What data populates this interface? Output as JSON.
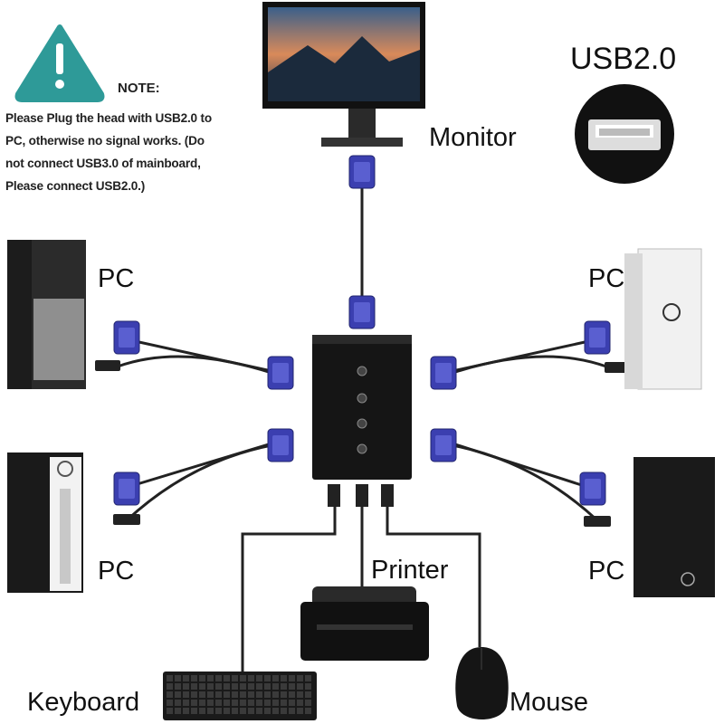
{
  "note": {
    "title": "NOTE:",
    "lines": [
      "Please Plug the head with USB2.0 to",
      "PC, otherwise no signal works. (Do",
      "not connect USB3.0 of mainboard,",
      "Please connect USB2.0.)"
    ],
    "icon": "warning-triangle-icon",
    "icon_color": "#2e9a98"
  },
  "labels": {
    "monitor": "Monitor",
    "usb": "USB2.0",
    "pc_top_left": "PC",
    "pc_top_right": "PC",
    "pc_bottom_left": "PC",
    "pc_bottom_right": "PC",
    "printer": "Printer",
    "keyboard": "Keyboard",
    "mouse": "Mouse"
  },
  "colors": {
    "vga_connector": "#3b3fb0",
    "device": "#1a1a1a"
  }
}
